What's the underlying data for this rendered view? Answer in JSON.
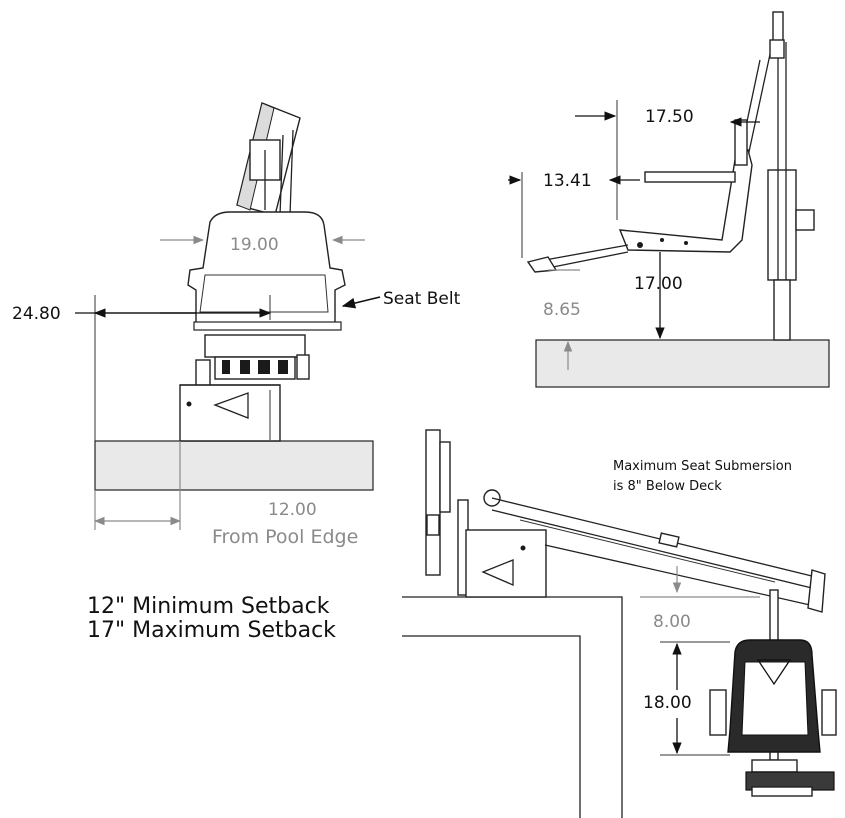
{
  "front_view": {
    "seat_width": "19.00",
    "height_to_armrest": "24.80",
    "seat_belt_label": "Seat Belt",
    "edge_distance": "12.00",
    "edge_distance_note": "From Pool Edge"
  },
  "side_view": {
    "arm_to_mast": "17.50",
    "seat_depth": "13.41",
    "seat_height": "17.00",
    "footrest_height": "8.65"
  },
  "pool_view": {
    "submersion_note_line1": "Maximum Seat Submersion",
    "submersion_note_line2": "is 8\" Below Deck",
    "below_deck": "8.00",
    "seat_drop": "18.00",
    "min_setback": "12\" Minimum Setback",
    "max_setback": "17\" Maximum Setback"
  }
}
